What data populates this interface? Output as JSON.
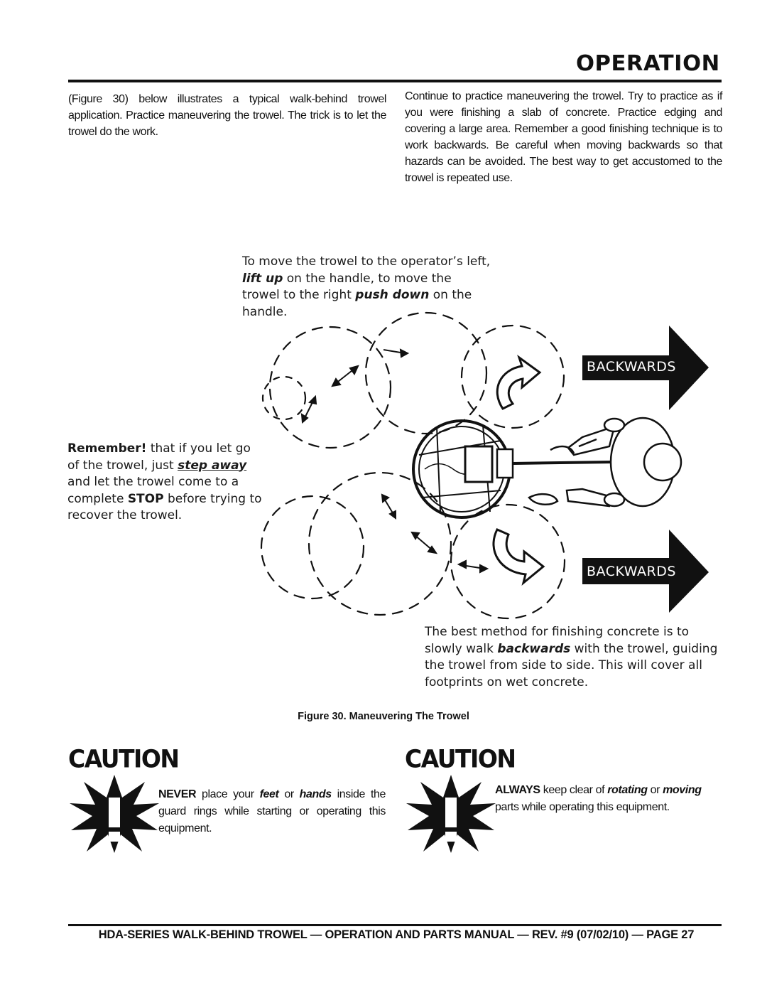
{
  "header": {
    "section_title": "OPERATION"
  },
  "intro": {
    "left": "(Figure 30) below illustrates a typical walk-behind trowel application. Practice maneuvering the trowel. The trick is to let the trowel do the work.",
    "right": "Continue to practice maneuvering the trowel. Try to practice as if you were finishing a slab of concrete. Practice edging and covering a large area. Remember a good finishing technique is to work backwards. Be careful when moving backwards so that hazards can be avoided. The best way to get accustomed to the trowel is repeated use."
  },
  "figure": {
    "callout_top": {
      "part1": "To move the trowel to the operator’s left, ",
      "lift_up": "lift up",
      "part2": " on the handle, to move the trowel to the right ",
      "push_down": "push down",
      "part3": " on the handle."
    },
    "callout_left": {
      "remember": "Remember!",
      "part1": " that if you let go of the trowel, just ",
      "step_away": "step away",
      "part2": " and let the trowel come to a complete ",
      "stop": "STOP",
      "part3": " before trying to recover the trowel."
    },
    "callout_bottom": {
      "part1": "The best method for finishing concrete is to slowly walk ",
      "backwards": "backwards",
      "part2": " with the trowel, guiding the trowel from side to side. This will cover all footprints on wet concrete."
    },
    "arrow_top_label": "BACKWARDS",
    "arrow_bottom_label": "BACKWARDS",
    "caption": "Figure 30.  Maneuvering The Trowel"
  },
  "cautions": [
    {
      "heading": "CAUTION",
      "lead": "NEVER",
      "p1": " place your ",
      "feet": "feet",
      "p2": " or ",
      "hands": "hands",
      "p3": " inside the guard rings while starting or operating this equipment."
    },
    {
      "heading": "CAUTION",
      "lead": "ALWAYS",
      "p1": "  keep clear of ",
      "rotating": "rotating",
      "p2": " or ",
      "moving": "moving",
      "p3": " parts while operating this equipment."
    }
  ],
  "footer": "HDA-SERIES WALK-BEHIND TROWEL — OPERATION AND PARTS MANUAL — REV. #9 (07/02/10) — PAGE 27",
  "colors": {
    "ink": "#111111",
    "paper": "#ffffff"
  }
}
